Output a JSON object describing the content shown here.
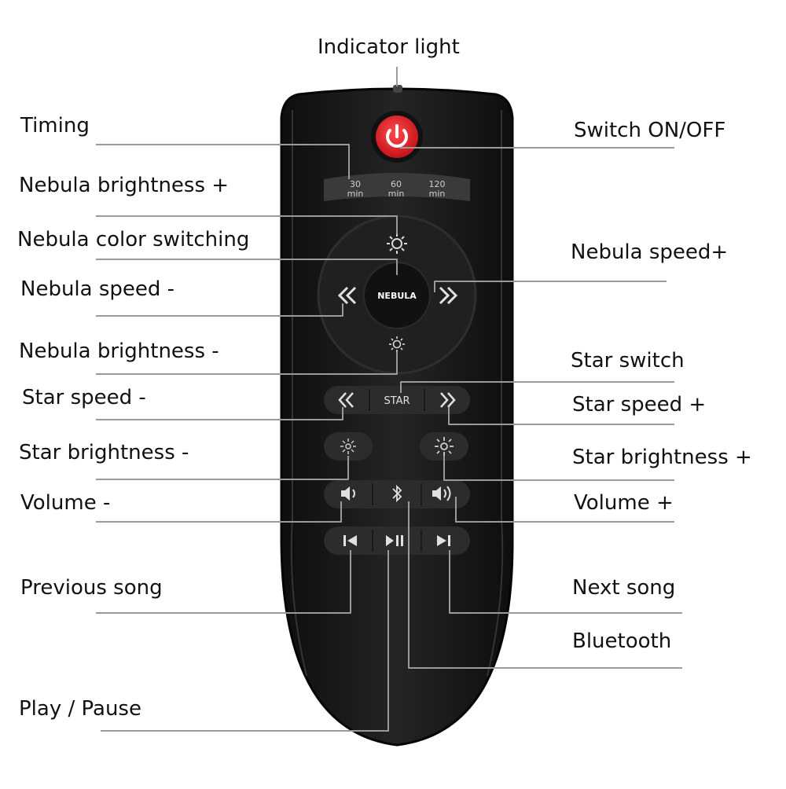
{
  "labels": {
    "indicator_light": "Indicator light",
    "timing": "Timing",
    "switch_on_off": "Switch ON/OFF",
    "nebula_brightness_plus": "Nebula brightness +",
    "nebula_color_switching": "Nebula color switching",
    "nebula_speed_plus": "Nebula speed+",
    "nebula_speed_minus": "Nebula speed -",
    "nebula_brightness_minus": "Nebula brightness -",
    "star_switch": "Star switch",
    "star_speed_minus": "Star speed -",
    "star_speed_plus": "Star speed +",
    "star_brightness_minus": "Star brightness -",
    "star_brightness_plus": "Star brightness +",
    "volume_minus": "Volume -",
    "volume_plus": "Volume +",
    "previous_song": "Previous song",
    "next_song": "Next song",
    "bluetooth": "Bluetooth",
    "play_pause": "Play / Pause"
  },
  "remote": {
    "timer_30_value": "30",
    "timer_60_value": "60",
    "timer_120_value": "120",
    "timer_unit": "min",
    "nebula_button": "NEBULA",
    "star_button": "STAR"
  },
  "colors": {
    "body": "#1a1a1a",
    "button": "#2a2a2a",
    "power": "#e8232a",
    "leader": "#9a9a9a"
  }
}
